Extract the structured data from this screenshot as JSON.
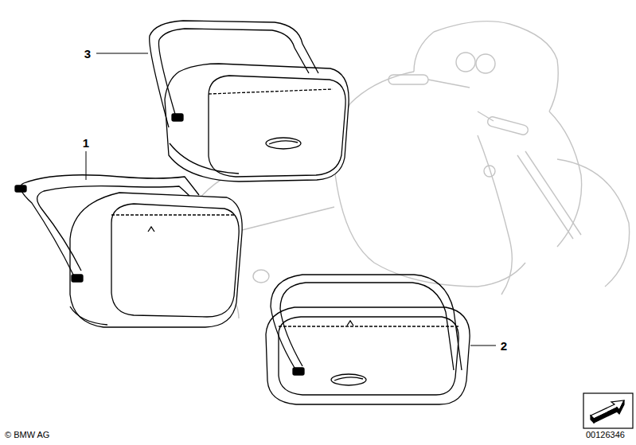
{
  "diagram": {
    "labels": [
      "3",
      "1",
      "2",
      "© BMW AG",
      "00126346"
    ]
  }
}
